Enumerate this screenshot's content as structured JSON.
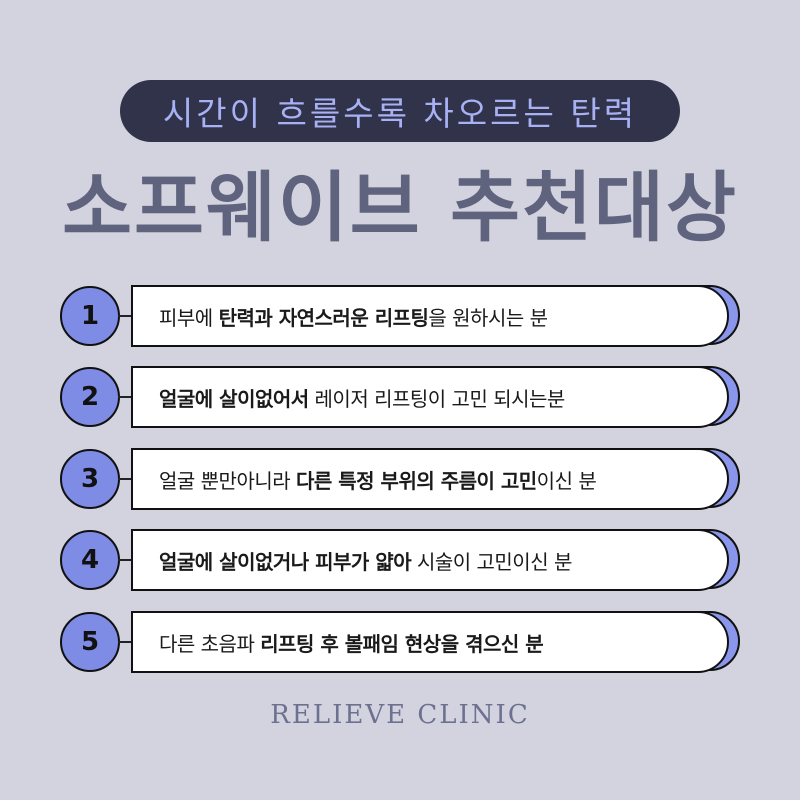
{
  "header": {
    "subtitle": "시간이 흐를수록 차오르는 탄력",
    "title": "소프웨이브 추천대상"
  },
  "colors": {
    "background": "#d3d3df",
    "pill_bg": "#30334a",
    "pill_text": "#a8b1f4",
    "title": "#5f637e",
    "accent": "#7f8ce6",
    "card_bg": "#ffffff",
    "brand": "#6c7190"
  },
  "items": [
    {
      "number": "1",
      "segments": [
        {
          "text": "피부에 ",
          "bold": false
        },
        {
          "text": "탄력과 자연스러운 리프팅",
          "bold": true
        },
        {
          "text": "을 원하시는 분",
          "bold": false
        }
      ]
    },
    {
      "number": "2",
      "segments": [
        {
          "text": "얼굴에 살이없어서",
          "bold": true
        },
        {
          "text": " 레이저 리프팅이 고민 되시는분",
          "bold": false
        }
      ]
    },
    {
      "number": "3",
      "segments": [
        {
          "text": "얼굴 뿐만아니라 ",
          "bold": false
        },
        {
          "text": "다른 특정 부위의 주름이 고민",
          "bold": true
        },
        {
          "text": "이신 분",
          "bold": false
        }
      ]
    },
    {
      "number": "4",
      "segments": [
        {
          "text": "얼굴에 살이없거나 피부가 얇아",
          "bold": true
        },
        {
          "text": " 시술이 고민이신 분",
          "bold": false
        }
      ]
    },
    {
      "number": "5",
      "segments": [
        {
          "text": "다른 초음파 ",
          "bold": false
        },
        {
          "text": "리프팅 후 볼패임 현상을 겪으신 분",
          "bold": true
        }
      ]
    }
  ],
  "footer": {
    "brand": "RELIEVE CLINIC"
  }
}
